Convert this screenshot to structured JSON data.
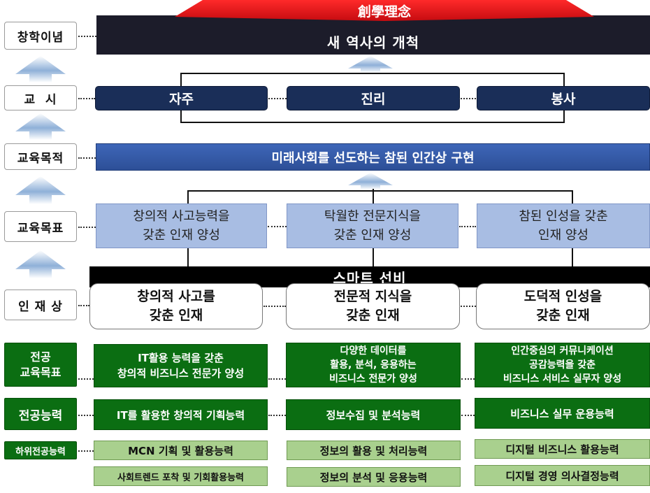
{
  "left_labels": {
    "founding": "창학이념",
    "motto": "교  시",
    "purpose": "교육목적",
    "goals": "교육목표",
    "talent": "인 재 상",
    "major_goals": "전공\n교육목표",
    "major_ability": "전공능력",
    "sub_ability": "하위전공능력"
  },
  "founding": {
    "banner": "創學理念",
    "title": "새 역사의 개척"
  },
  "motto": [
    "자주",
    "진리",
    "봉사"
  ],
  "purpose": "미래사회를 선도하는 참된 인간상 구현",
  "goals": [
    "창의적 사고능력을\n갖춘 인재 양성",
    "탁월한 전문지식을\n갖춘 인재 양성",
    "참된 인성을 갖춘\n인재 양성"
  ],
  "smart_bar": "스마트 선비",
  "talents": [
    "창의적 사고를\n갖춘 인재",
    "전문적 지식을\n갖춘 인재",
    "도덕적 인성을\n갖춘 인재"
  ],
  "major_goals": [
    "IT활용 능력을 갖춘\n창의적 비즈니스 전문가 양성",
    "다양한 데이터를\n활용, 분석, 응용하는\n비즈니스 전문가 양성",
    "인간중심의 커뮤니케이션\n공감능력을 갖춘\n비즈니스 서비스 실무자 양성"
  ],
  "major_abilities": [
    "IT를 활용한 창의적 기획능력",
    "정보수집 및 분석능력",
    "비즈니스 실무 운용능력"
  ],
  "sub_abilities_row1": [
    "MCN 기획 및 활용능력",
    "정보의 활용 및 처리능력",
    "디지털 비즈니스 활용능력"
  ],
  "sub_abilities_row2": [
    "사회트렌드 포착 및 기회활용능력",
    "정보의 분석 및 응용능력",
    "디지털 경영 의사결정능력"
  ],
  "colors": {
    "banner_red": "#e8141b",
    "dark": "#1c1c2a",
    "navy": "#1a2e58",
    "blue": "#2f55a0",
    "light_blue": "#a8bde3",
    "green": "#0b6e12",
    "light_green": "#a9d08e"
  }
}
